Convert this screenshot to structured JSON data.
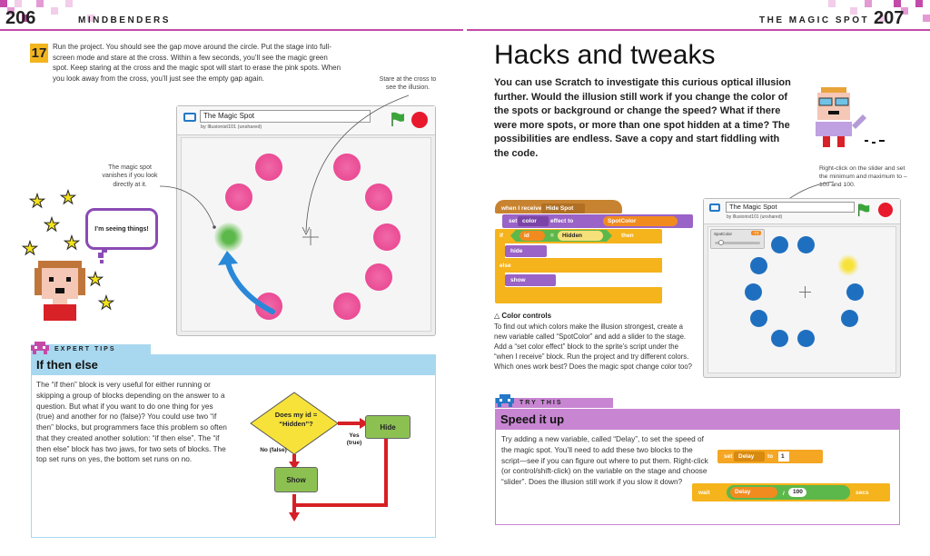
{
  "left_page": {
    "page_number": "206",
    "section": "MINDBENDERS",
    "step": {
      "number": "17",
      "text": "Run the project. You should see the gap move around the circle. Put the stage into full-screen mode and stare at the cross. Within a few seconds, you’ll see the magic green spot. Keep staring at the cross and the magic spot will start to erase the pink spots. When you look away from the cross, you’ll just see the empty gap again."
    },
    "annotation_cross": "Stare at the cross to see the illusion.",
    "annotation_spot": "The magic spot vanishes if you look directly at it.",
    "speech_bubble": "I’m seeing things!",
    "stage_window": {
      "title": "The Magic Spot",
      "author": "by Illusionist101 (unshared)"
    },
    "expert_tips": {
      "tag": "EXPERT TIPS",
      "heading": "If then else",
      "text": "The “if then” block is very useful for either running or skipping a group of blocks depending on the answer to a question. But what if you want to do one thing for yes (true) and another for no (false)? You could use two “if then” blocks, but programmers face this problem so often that they created another solution: “if then else”. The “if then else” block has two jaws, for two sets of blocks. The top set runs on yes, the bottom set runs on no.",
      "flowchart": {
        "decision": "Does my id = “Hidden”?",
        "yes_label": "Yes (true)",
        "no_label": "No (false)",
        "yes_action": "Hide",
        "no_action": "Show"
      }
    }
  },
  "right_page": {
    "page_number": "207",
    "section": "THE MAGIC SPOT",
    "title": "Hacks and tweaks",
    "intro": "You can use Scratch to investigate this curious optical illusion further. Would the illusion still work if you change the color of the spots or background or change the speed? What if there were more spots, or more than one spot hidden at a time? The possibilities are endless. Save a copy and start fiddling with the code.",
    "annotation_slider": "Right-click on the slider and set the minimum and maximum to –100 and 100.",
    "stage_window": {
      "title": "The Magic Spot",
      "author": "by Illusionist101 (unshared)",
      "slider_label": "SpotColor",
      "slider_value": "-72"
    },
    "script": {
      "hat": "when I receive",
      "hat_value": "Hide Spot",
      "set_effect": "set",
      "effect_name": "color",
      "effect_to": "effect to",
      "effect_var": "SpotColor",
      "if_label": "if",
      "if_var": "id",
      "if_op": "=",
      "if_value": "Hidden",
      "then_label": "then",
      "hide": "hide",
      "else_label": "else",
      "show": "show"
    },
    "color_controls": {
      "heading": "Color controls",
      "text": "To find out which colors make the illusion strongest, create a new variable called “SpotColor” and add a slider to the stage. Add a “set color effect” block to the sprite’s script under the “when I receive” block. Run the project and try different colors. Which ones work best? Does the magic spot change color too?"
    },
    "try_this": {
      "tag": "TRY THIS",
      "heading": "Speed it up",
      "text": "Try adding a new variable, called “Delay”, to set the speed of the magic spot. You’ll need to add these two blocks to the script—see if you can figure out where to put them. Right-click (or control/shift-click) on the variable on the stage and choose “slider”. Does the illusion still work if you slow it down?",
      "block_set": "set",
      "block_set_var": "Delay",
      "block_set_to": "to",
      "block_set_value": "1",
      "block_wait": "wait",
      "block_wait_var": "Delay",
      "block_wait_div": "/",
      "block_wait_value": "100",
      "block_wait_secs": "secs"
    }
  },
  "colors": {
    "pink_spot": "#e83e8c",
    "blue_spot": "#1f6fc0",
    "header_magenta": "#c34aa8",
    "panel_blue": "#a8d8ef",
    "panel_purple": "#c886d2",
    "step_yellow": "#f2b51d"
  }
}
